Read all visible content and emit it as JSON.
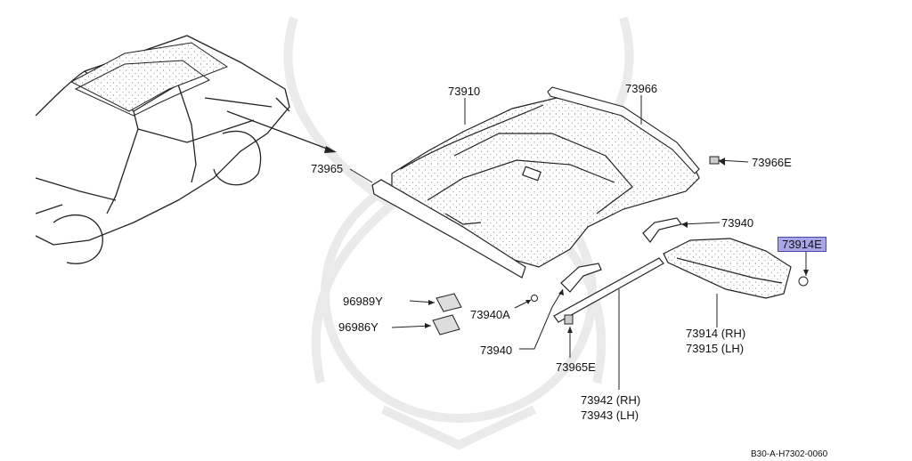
{
  "diagram": {
    "highlight_color": "#a9a6e8",
    "labels": {
      "p73910": "73910",
      "p73966": "73966",
      "p73965": "73965",
      "p73966e": "73966E",
      "p73940_top": "73940",
      "p73914e": "73914E",
      "p96989y": "96989Y",
      "p96986y": "96986Y",
      "p73940a": "73940A",
      "p73940_bottom": "73940",
      "p73965e": "73965E",
      "p73914_rh": "73914 (RH)",
      "p73915_lh": "73915 (LH)",
      "p73942_rh": "73942 (RH)",
      "p73943_lh": "73943 (LH)"
    },
    "drawing_code": "B30-A-H7302-0060"
  }
}
